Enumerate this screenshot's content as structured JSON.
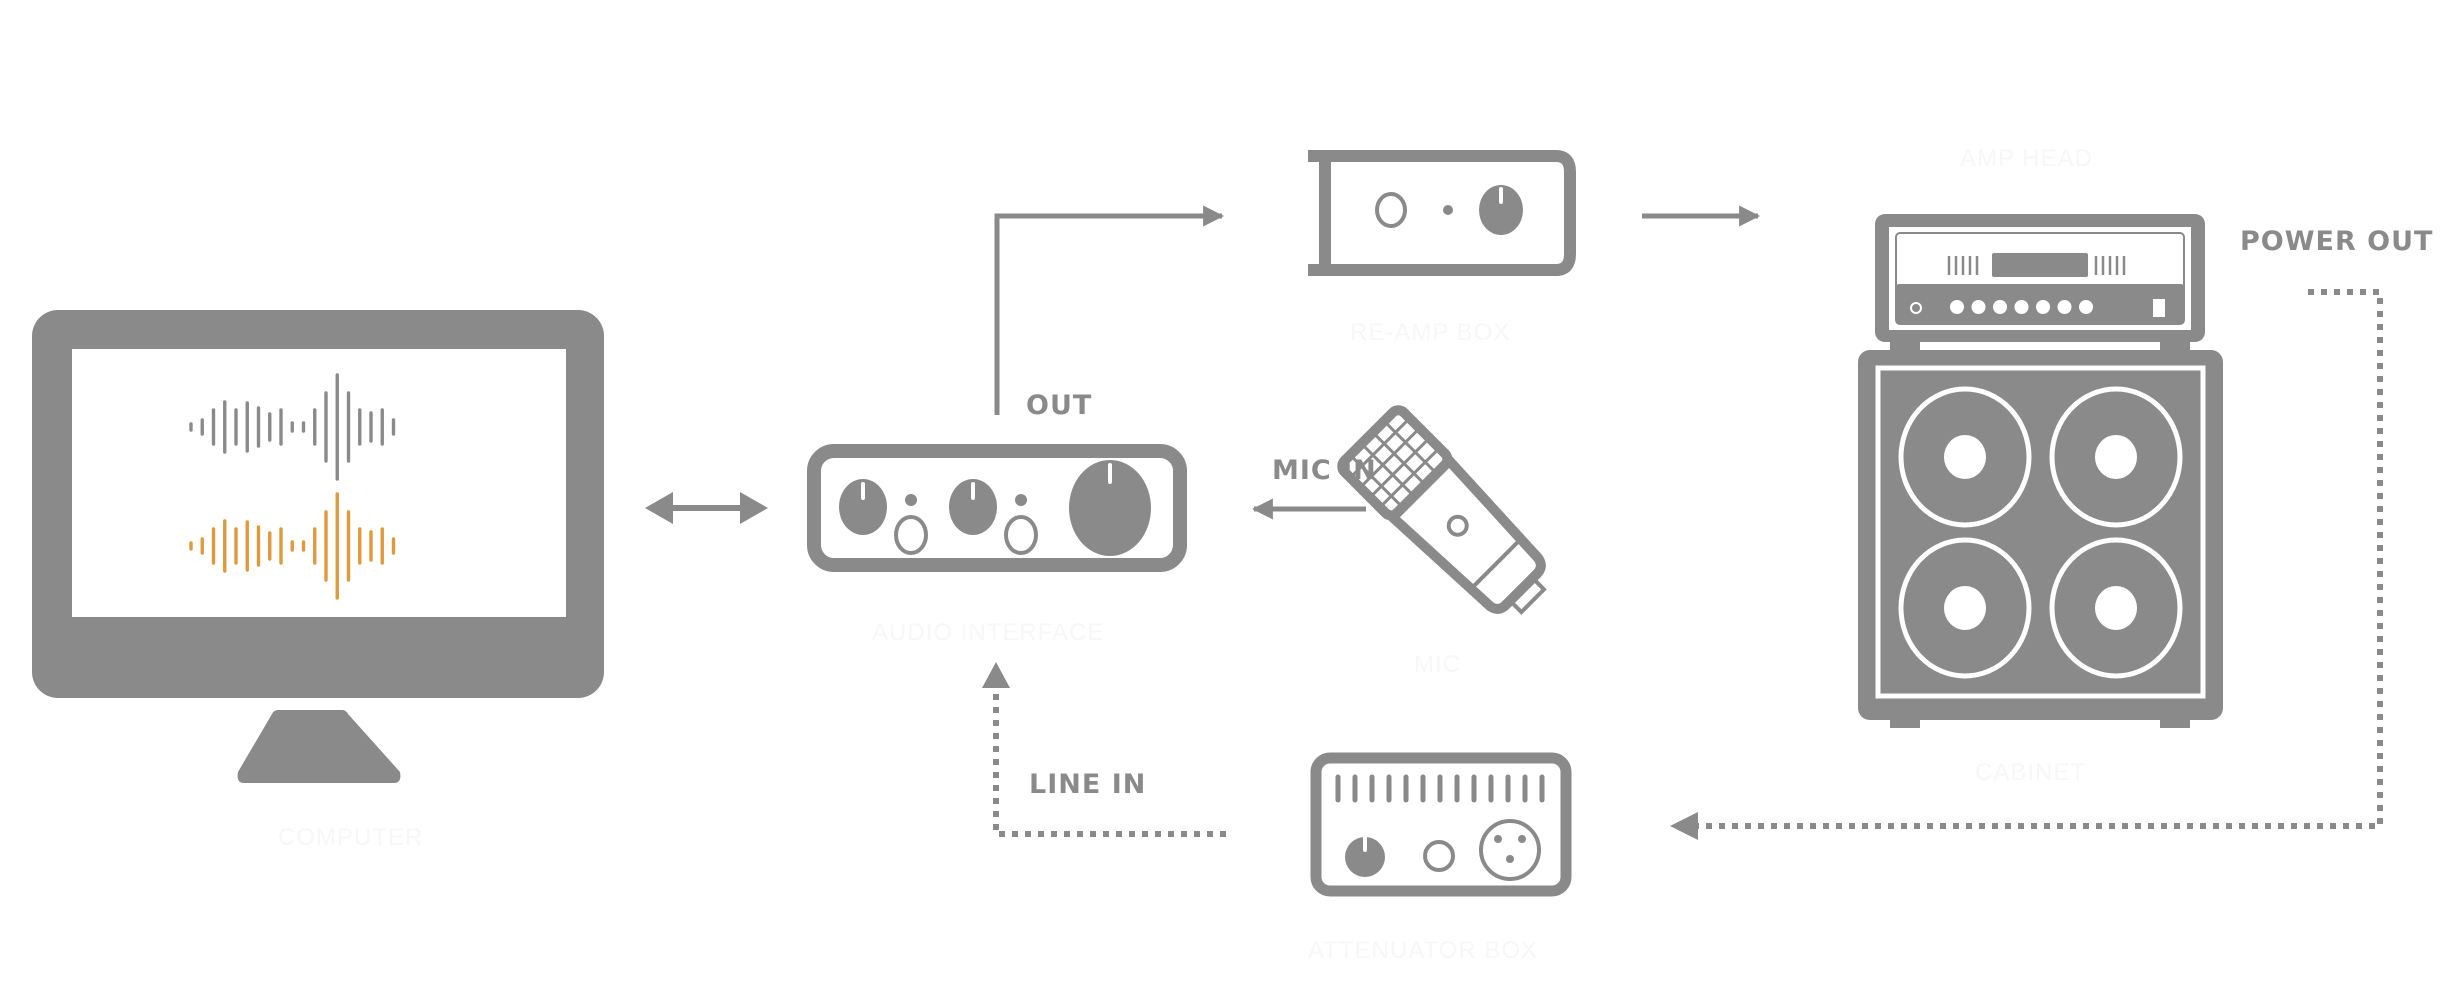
{
  "colors": {
    "device_gray": "#8a8a8a",
    "waveform_gray": "#8a8a8a",
    "waveform_orange": "#e09a3e",
    "background": "#ffffff",
    "faint_label": "#f7f7f7"
  },
  "devices": {
    "computer": {
      "label": "COMPUTER",
      "icon": "monitor-icon"
    },
    "interface": {
      "label": "AUDIO INTERFACE",
      "icon": "audio-interface-icon"
    },
    "reamp": {
      "label": "RE-AMP BOX",
      "icon": "reamp-box-icon"
    },
    "amp_head": {
      "label": "AMP HEAD",
      "icon": "amp-head-icon"
    },
    "cabinet": {
      "label": "CABINET",
      "icon": "speaker-cabinet-icon"
    },
    "mic": {
      "label": "MIC",
      "icon": "microphone-icon"
    },
    "attenuator": {
      "label": "ATTENUATOR BOX",
      "icon": "attenuator-box-icon"
    }
  },
  "connections": {
    "out": "OUT",
    "mic_in": "MIC IN",
    "line_in": "LINE IN",
    "power_out": "POWER OUT"
  }
}
